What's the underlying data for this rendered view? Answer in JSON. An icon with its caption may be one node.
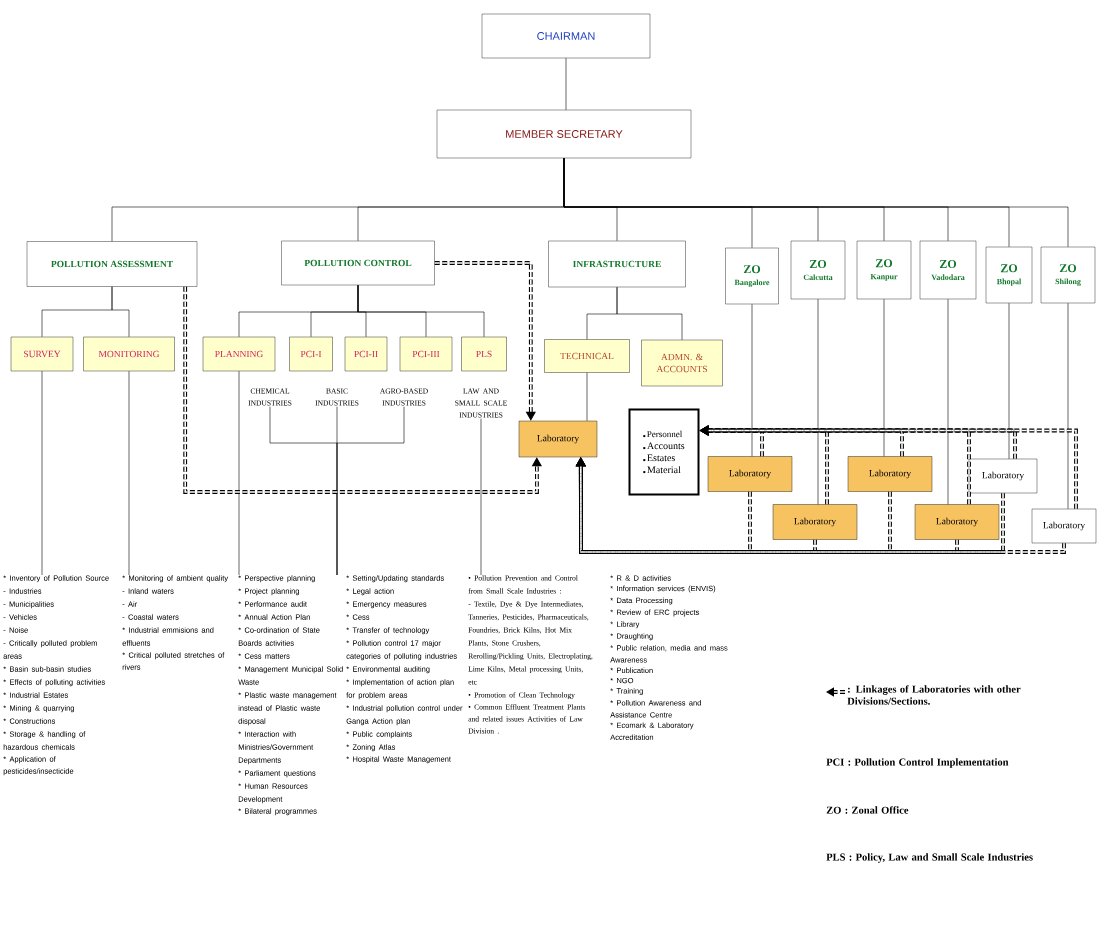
{
  "diagram": {
    "nodes": [
      {
        "text": [
          "CHAIRMAN"
        ]
      },
      {
        "text": [
          "MEMBER SECRETARY"
        ]
      },
      {
        "text": [
          "POLLUTION ASSESSMENT"
        ]
      },
      {
        "text": [
          "POLLUTION CONTROL"
        ]
      },
      {
        "text": [
          "INFRASTRUCTURE"
        ]
      },
      {
        "text": [
          "ZO",
          "Bangalore"
        ]
      },
      {
        "text": [
          "ZO",
          "Calcutta"
        ]
      },
      {
        "text": [
          "ZO",
          "Kanpur"
        ]
      },
      {
        "text": [
          "ZO",
          "Vadodara"
        ]
      },
      {
        "text": [
          "ZO",
          "Bhopal"
        ]
      },
      {
        "text": [
          "ZO",
          "Shilong"
        ]
      },
      {
        "text": [
          "SURVEY"
        ]
      },
      {
        "text": [
          "MONITORING"
        ]
      },
      {
        "text": [
          "PLANNING"
        ]
      },
      {
        "text": [
          "PCI-I"
        ]
      },
      {
        "text": [
          "PCI-II"
        ]
      },
      {
        "text": [
          "PCI-III"
        ]
      },
      {
        "text": [
          "PLS"
        ]
      },
      {
        "text": [
          "TECHNICAL"
        ]
      },
      {
        "text": [
          "ADMN. & ACCOUNTS"
        ]
      },
      {
        "text": [
          "CHEMICAL INDUSTRIES"
        ]
      },
      {
        "text": [
          "BASIC INDUSTRIES"
        ]
      },
      {
        "text": [
          "AGRO-BASED INDUSTRIES"
        ]
      },
      {
        "text": [
          "LAW AND SMALL SCALE INDUSTRIES"
        ]
      },
      {
        "text": [
          "Laboratory"
        ]
      },
      {
        "text": [
          "Personnel",
          "Accounts",
          "Estates",
          "Material"
        ]
      },
      {
        "text": [
          "Laboratory"
        ]
      },
      {
        "text": [
          "Laboratory"
        ]
      },
      {
        "text": [
          "Laboratory"
        ]
      },
      {
        "text": [
          "Laboratory"
        ]
      },
      {
        "text": [
          "Laboratory"
        ]
      },
      {
        "text": [
          "Laboratory"
        ]
      },
      {
        "text": [
          "* Inventory of Pollution Source",
          "- Industries",
          "- Municipalities",
          "- Vehicles",
          "- Noise",
          "- Critically polluted problem areas",
          "* Basin sub-basin studies",
          "* Effects of polluting activities",
          "* Industrial Estates",
          "* Mining & quarrying",
          "* Constructions",
          "* Storage & handling of hazardous chemicals",
          "* Application of pesticides/insecticide"
        ]
      },
      {
        "text": [
          "* Monitoring of ambient quality",
          "- Inland waters",
          "- Air",
          "- Coastal waters",
          "* Industrial emmisions and effluents",
          "* Critical polluted stretches of rivers"
        ]
      },
      {
        "text": [
          "* Perspective planning",
          "* Project planning",
          "* Performance audit",
          "* Annual Action Plan",
          "* Co-ordination of State Boards activities",
          "* Cess matters",
          "* Management Municipal Solid Waste",
          "* Plastic waste management instead of Plastic waste disposal",
          "* Interaction with Ministries/Government Departments",
          "* Parliament questions",
          "* Human Resources Development",
          "* Bilateral programmes"
        ]
      },
      {
        "text": [
          "* Setting/Updating standards",
          "* Legal action",
          "* Emergency measures",
          "* Cess",
          "* Transfer of technology",
          "* Pollution control 17 major categories of polluting industries",
          "* Environmental auditing",
          "* Implementation of action plan for problem areas",
          "* Industrial pollution control under Ganga Action plan",
          "* Public complaints",
          "* Zoning Atlas",
          "* Hospital Waste Management"
        ]
      },
      {
        "text": [
          "• Pollution Prevention and Control from Small Scale Industries :",
          "- Textile, Dye & Dye Intermediates, Tanneries, Pesticides, Pharmaceuticals, Foundries, Brick Kilns, Hot Mix Plants, Stone Crushers, Rerolling/Pickling Units, Electroplating, Lime Kilns, Metal processing Units, etc",
          "• Promotion of Clean Technology",
          "• Common Effluent Treatment Plants and related issues Activities of Law Division ."
        ]
      }
    ],
    "edges": [
      {
        "from": 0,
        "to": 1,
        "arrow": "none"
      },
      {
        "from": 1,
        "to": 2,
        "arrow": "none"
      },
      {
        "from": 1,
        "to": 3,
        "arrow": "none"
      },
      {
        "from": 1,
        "to": 4,
        "arrow": "none"
      },
      {
        "from": 1,
        "to": 5,
        "arrow": "none"
      },
      {
        "from": 1,
        "to": 6,
        "arrow": "none"
      },
      {
        "from": 1,
        "to": 7,
        "arrow": "none"
      },
      {
        "from": 1,
        "to": 8,
        "arrow": "none"
      },
      {
        "from": 1,
        "to": 9,
        "arrow": "none"
      },
      {
        "from": 1,
        "to": 10,
        "arrow": "none"
      },
      {
        "from": 2,
        "to": 11,
        "arrow": "none"
      },
      {
        "from": 2,
        "to": 12,
        "arrow": "none"
      },
      {
        "from": 3,
        "to": 13,
        "arrow": "none"
      },
      {
        "from": 3,
        "to": 14,
        "arrow": "none"
      },
      {
        "from": 3,
        "to": 15,
        "arrow": "none"
      },
      {
        "from": 3,
        "to": 16,
        "arrow": "none"
      },
      {
        "from": 3,
        "to": 17,
        "arrow": "none"
      },
      {
        "from": 4,
        "to": 18,
        "arrow": "none"
      },
      {
        "from": 4,
        "to": 19,
        "arrow": "none"
      },
      {
        "from": 18,
        "to": 24,
        "arrow": "none"
      },
      {
        "from": 5,
        "to": 26,
        "arrow": "none"
      },
      {
        "from": 6,
        "to": 27,
        "arrow": "none"
      },
      {
        "from": 7,
        "to": 28,
        "arrow": "none"
      },
      {
        "from": 8,
        "to": 29,
        "arrow": "none"
      },
      {
        "from": 9,
        "to": 30,
        "arrow": "none"
      },
      {
        "from": 10,
        "to": 31,
        "arrow": "none"
      },
      {
        "from": 11,
        "to": 32,
        "arrow": "none"
      },
      {
        "from": 12,
        "to": 33,
        "arrow": "none"
      },
      {
        "from": 13,
        "to": 34,
        "arrow": "none"
      },
      {
        "from": 20,
        "to": 35,
        "arrow": "none"
      },
      {
        "from": 21,
        "to": 35,
        "arrow": "none"
      },
      {
        "from": 22,
        "to": 35,
        "arrow": "none"
      },
      {
        "from": 23,
        "to": 36,
        "arrow": "none"
      },
      {
        "from": 3,
        "to": 24,
        "arrow": "to",
        "style": "dashed"
      },
      {
        "from": 2,
        "to": 24,
        "arrow": "to",
        "style": "dashed"
      },
      {
        "from": 26,
        "to": 24,
        "arrow": "to",
        "style": "dashed"
      },
      {
        "from": 27,
        "to": 24,
        "arrow": "to",
        "style": "dashed"
      },
      {
        "from": 28,
        "to": 24,
        "arrow": "to",
        "style": "dashed"
      },
      {
        "from": 29,
        "to": 24,
        "arrow": "to",
        "style": "dashed"
      },
      {
        "from": 30,
        "to": 24,
        "arrow": "to",
        "style": "dashed"
      },
      {
        "from": 31,
        "to": 24,
        "arrow": "to",
        "style": "dashed"
      },
      {
        "from": 26,
        "to": 25,
        "arrow": "to",
        "style": "dashed"
      },
      {
        "from": 27,
        "to": 25,
        "arrow": "to",
        "style": "dashed"
      },
      {
        "from": 28,
        "to": 25,
        "arrow": "to",
        "style": "dashed"
      },
      {
        "from": 29,
        "to": 25,
        "arrow": "to",
        "style": "dashed"
      },
      {
        "from": 30,
        "to": 25,
        "arrow": "to",
        "style": "dashed"
      },
      {
        "from": 31,
        "to": 25,
        "arrow": "to",
        "style": "dashed"
      }
    ],
    "labels": [
      "* R & D activities",
      "* Information services (ENVIS)",
      "* Data Processing",
      "* Review of ERC projects",
      "* Library",
      "* Draughting",
      "* Public relation, media and mass Awareness",
      "* Publication",
      "* NGO",
      "* Training",
      "* Pollution Awareness and Assistance Centre",
      "* Ecomark & Laboratory Accreditation",
      "PCI : Pollution Control Implementation",
      "ZO : Zonal Office",
      "PLS : Policy, Law and Small Scale Industries"
    ],
    "legend": [
      {
        "text": ": Linkages of Laboratories with other Divisions/Sections."
      }
    ]
  }
}
